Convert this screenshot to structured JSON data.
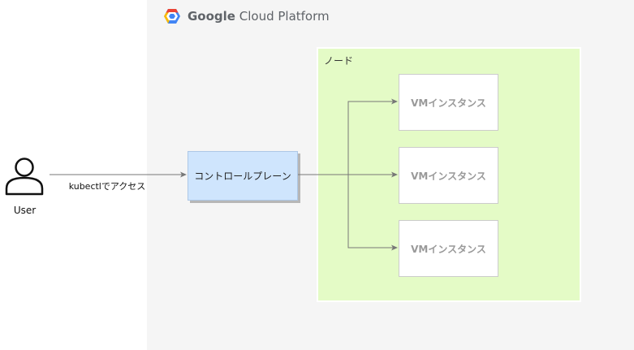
{
  "platform": {
    "name_bold": "Google",
    "name_rest": " Cloud Platform"
  },
  "user": {
    "label": "User"
  },
  "access_edge": {
    "label": "kubectlでアクセス"
  },
  "control_plane": {
    "label": "コントロールプレーン"
  },
  "node": {
    "label": "ノード"
  },
  "vms": [
    {
      "label": "VMインスタンス"
    },
    {
      "label": "VMインスタンス"
    },
    {
      "label": "VMインスタンス"
    }
  ],
  "colors": {
    "panel": "#f5f5f5",
    "node_zone": "#e4fbc6",
    "control_plane_fill": "#cfe5fd",
    "edge": "#777777",
    "logo_red": "#ea4335",
    "logo_yellow": "#fbbc05",
    "logo_blue": "#4285f4"
  }
}
